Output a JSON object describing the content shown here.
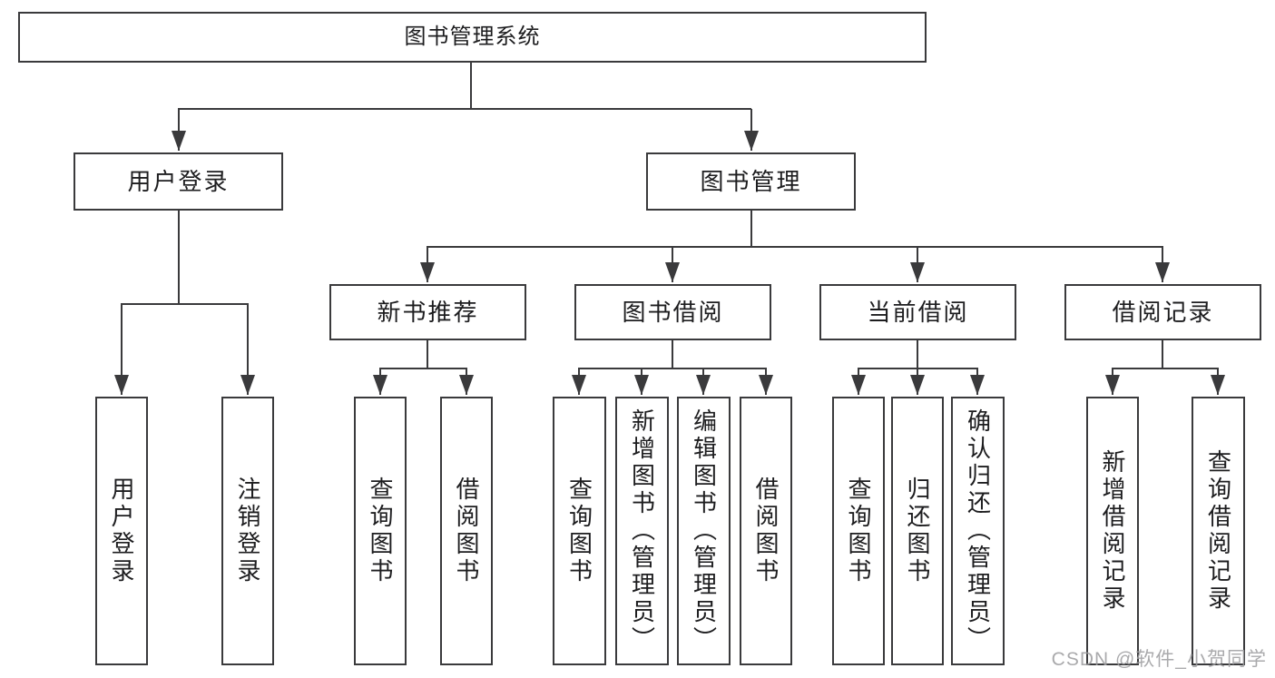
{
  "diagram": {
    "type": "hierarchy-tree",
    "orientation": "top-down"
  },
  "tree": {
    "root": "图书管理系统",
    "branches": [
      {
        "label": "用户登录",
        "children": [
          {
            "label": "用户登录"
          },
          {
            "label": "注销登录"
          }
        ]
      },
      {
        "label": "图书管理",
        "children": [
          {
            "label": "新书推荐",
            "children": [
              {
                "label": "查询图书"
              },
              {
                "label": "借阅图书"
              }
            ]
          },
          {
            "label": "图书借阅",
            "children": [
              {
                "label": "查询图书"
              },
              {
                "label": "新增图书（管理员）"
              },
              {
                "label": "编辑图书（管理员）"
              },
              {
                "label": "借阅图书"
              }
            ]
          },
          {
            "label": "当前借阅",
            "children": [
              {
                "label": "查询图书"
              },
              {
                "label": "归还图书"
              },
              {
                "label": "确认归还（管理员）"
              }
            ]
          },
          {
            "label": "借阅记录",
            "children": [
              {
                "label": "新增借阅记录"
              },
              {
                "label": "查询借阅记录"
              }
            ]
          }
        ]
      }
    ]
  },
  "watermark": "CSDN @软件_小贺同学",
  "colors": {
    "line": "#3a3a3c",
    "box_border": "#3a3a3c",
    "text": "#1d1d1f",
    "watermark": "#9e9ea0",
    "background": "#ffffff"
  }
}
